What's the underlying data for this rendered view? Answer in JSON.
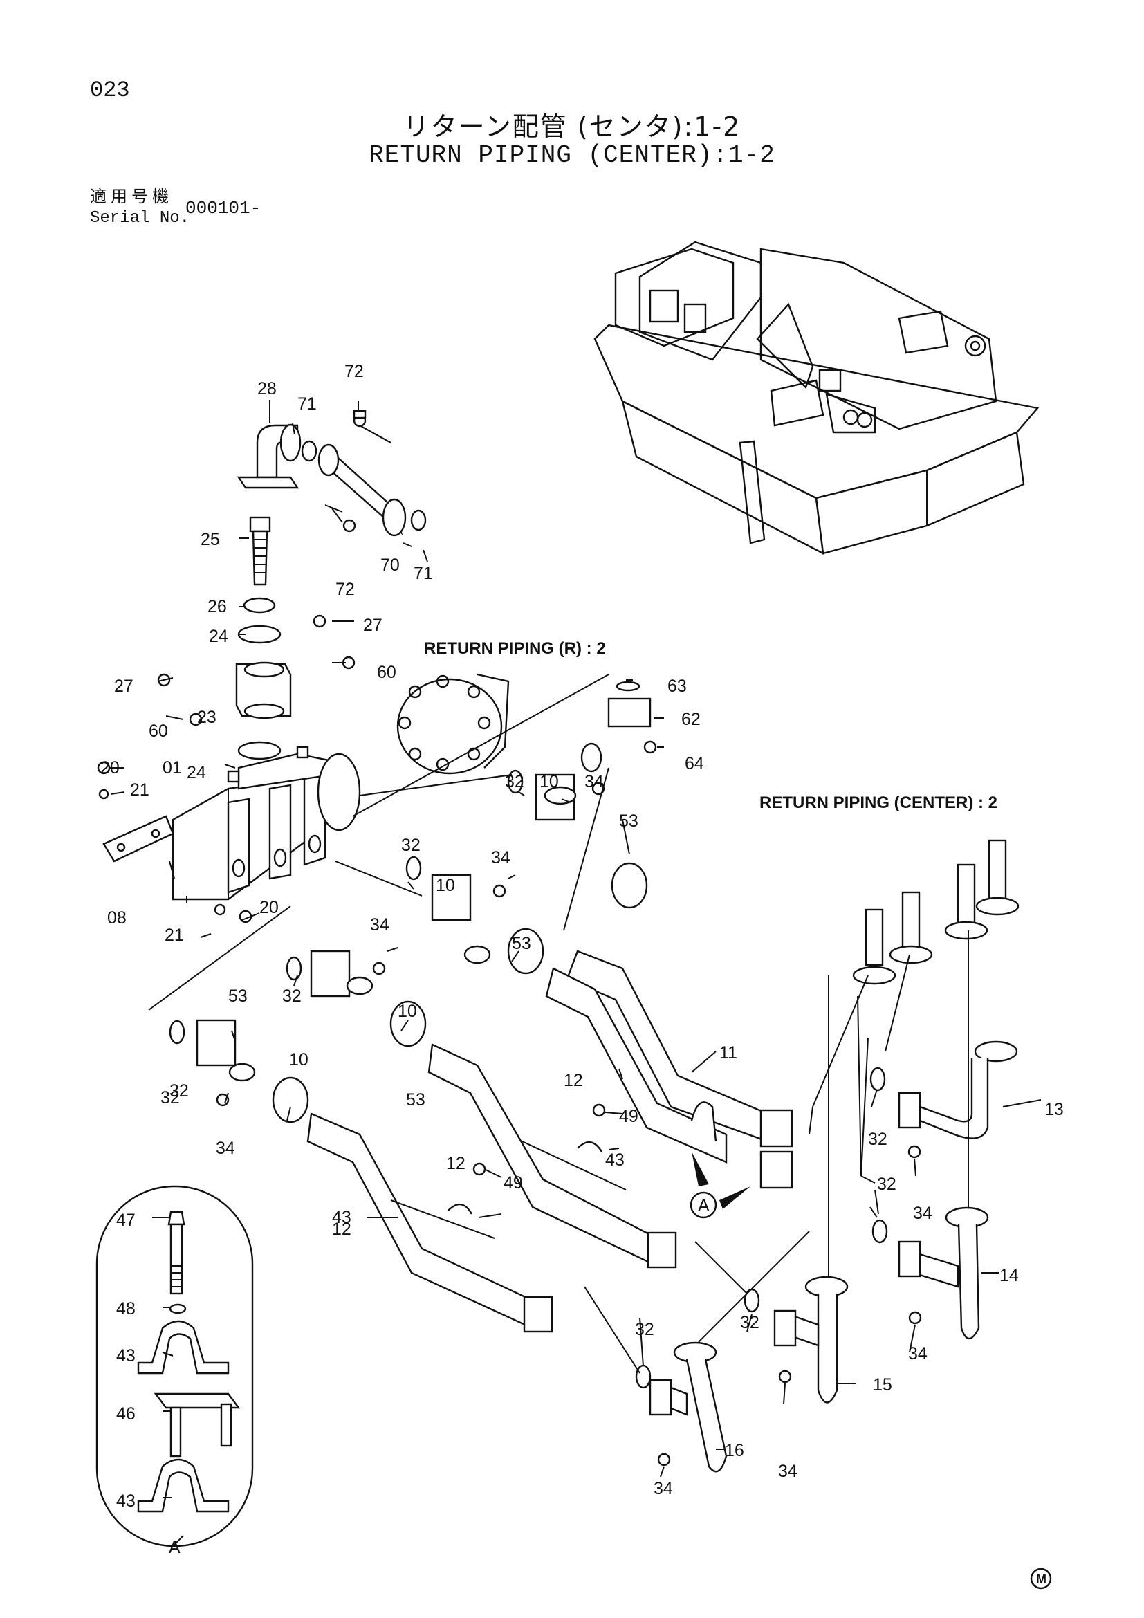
{
  "page_number": "023",
  "title_jp": "リターン配管 (センタ):1-2",
  "title_en": "RETURN PIPING (CENTER):1-2",
  "serial": {
    "label_jp": "適用号機",
    "label_en": "Serial No.",
    "value": "000101-"
  },
  "sections": {
    "return_piping_r": "RETURN PIPING (R) : 2",
    "return_piping_center": "RETURN PIPING (CENTER) : 2"
  },
  "detail_label": "A",
  "callout_label": "A",
  "mark": "M",
  "part_callouts": [
    "28",
    "72",
    "71",
    "72",
    "70",
    "71",
    "25",
    "26",
    "24",
    "27",
    "27",
    "23",
    "60",
    "60",
    "24",
    "20",
    "01",
    "21",
    "08",
    "21",
    "20",
    "63",
    "62",
    "64",
    "32",
    "10",
    "34",
    "53",
    "32",
    "10",
    "34",
    "53",
    "34",
    "32",
    "10",
    "53",
    "10",
    "32",
    "32",
    "34",
    "53",
    "11",
    "12",
    "13",
    "49",
    "43",
    "32",
    "12",
    "49",
    "43",
    "34",
    "32",
    "14",
    "12",
    "47",
    "48",
    "43",
    "46",
    "43",
    "32",
    "32",
    "15",
    "34",
    "34",
    "16",
    "34"
  ]
}
